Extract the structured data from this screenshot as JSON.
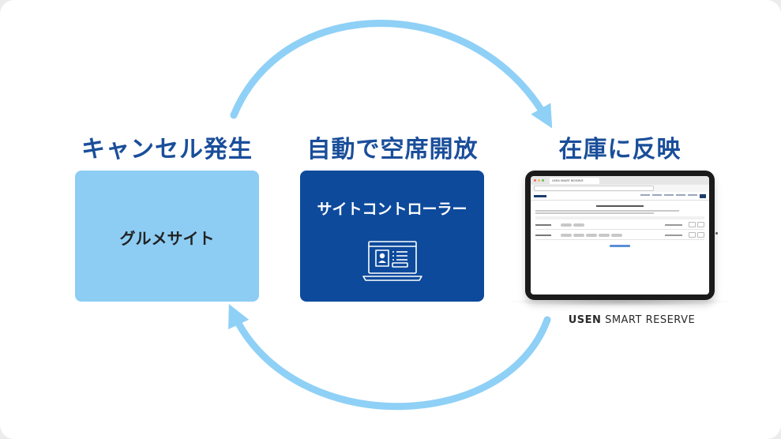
{
  "stages": [
    {
      "title": "キャンセル発生",
      "card_label": "グルメサイト"
    },
    {
      "title": "自動で空席開放",
      "card_label": "サイトコントローラー"
    },
    {
      "title": "在庫に反映",
      "tablet_tab": "USEN SMART RESERVE"
    }
  ],
  "brand": {
    "strong": "USEN",
    "rest": " SMART RESERVE"
  },
  "colors": {
    "title": "#1a4e9a",
    "gourmet_card": "#8dcdf4",
    "controller_card": "#0d4a9c",
    "arrow": "#8fd0f6"
  },
  "icons": [
    "laptop-dashboard-icon",
    "cycle-arrow-icon"
  ]
}
